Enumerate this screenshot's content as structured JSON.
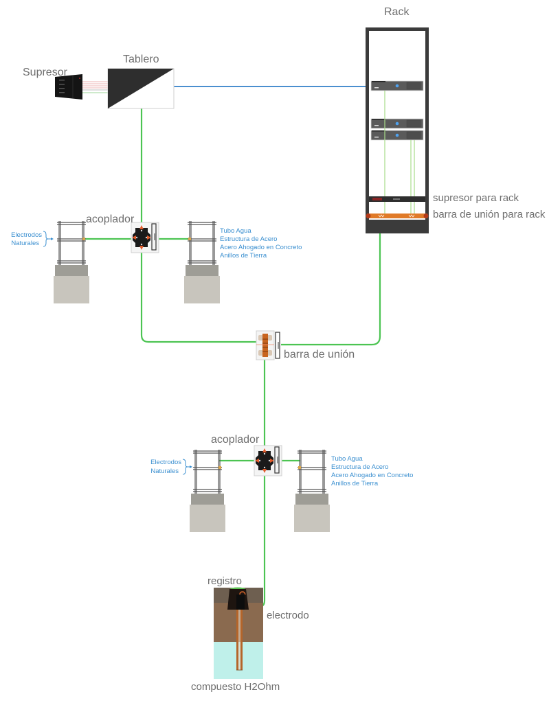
{
  "labels": {
    "supresor": "Supresor",
    "tablero": "Tablero",
    "rack": "Rack",
    "supresor_rack": "supresor para rack",
    "barra_rack": "barra de unión para rack",
    "acoplador_top": "acoplador",
    "acoplador_bottom": "acoplador",
    "barra_union": "barra de unión",
    "registro": "registro",
    "electrodo": "electrodo",
    "compuesto": "compuesto H2Ohm"
  },
  "natural_electrodes": {
    "top_left_lines": [
      "Electrodos",
      "Naturales"
    ],
    "top_right_lines": [
      "Tubo Agua",
      "Estructura de Acero",
      "Acero Ahogado en Concreto",
      "Anillos de Tierra"
    ],
    "bottom_left_lines": [
      "Electrodos",
      "Naturales"
    ],
    "bottom_right_lines": [
      "Tubo Agua",
      "Estructura de Acero",
      "Acero Ahogado en Concreto",
      "Anillos de Tierra"
    ]
  },
  "colors": {
    "ground_wire": "#4cc452",
    "data_wire": "#4a8fcf",
    "label_blue": "#3a8fd0",
    "rack_frame": "#3b3b3b",
    "bus_bar": "#e07a28",
    "soil": "#8a6a4f",
    "water_compound": "#bff0ea"
  }
}
